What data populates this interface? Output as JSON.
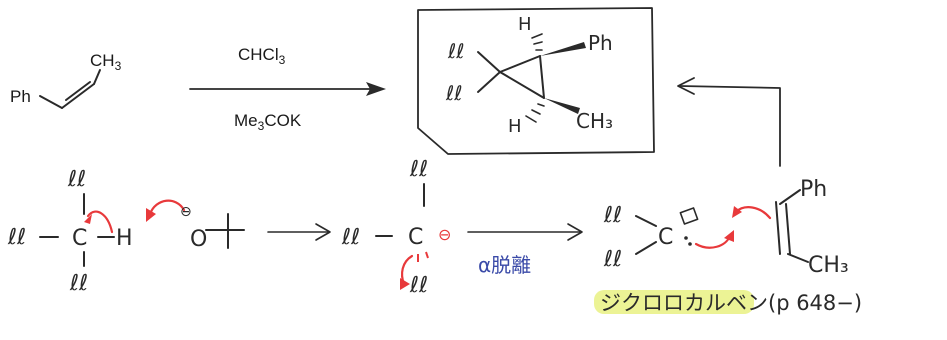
{
  "reaction": {
    "reactant_ph": "Ph",
    "reactant_ch3": "CH",
    "reactant_ch3_sub": "3",
    "reagent_top": "CHCl",
    "reagent_top_sub": "3",
    "reagent_bottom_me": "Me",
    "reagent_bottom_sub": "3",
    "reagent_bottom_rest": "COK"
  },
  "product": {
    "cl_top": "ℓℓ",
    "cl_bottom": "ℓℓ",
    "h_top": "H",
    "h_bottom": "H",
    "ph": "Ph",
    "ch3": "CH₃"
  },
  "mechanism": {
    "chloroform": {
      "cl_left": "ℓℓ",
      "cl_top": "ℓℓ",
      "cl_bottom": "ℓℓ",
      "c": "C",
      "h": "H"
    },
    "base": {
      "minus": "⊖",
      "o": "O",
      "tbu": "+"
    },
    "anion": {
      "cl_left": "ℓℓ",
      "cl_top": "ℓℓ",
      "cl_bottom": "ℓℓ",
      "c": "C",
      "charge": "⊖"
    },
    "alpha_elimination": "α脱離",
    "carbene": {
      "cl_top": "ℓℓ",
      "cl_bottom": "ℓℓ",
      "c": "C"
    },
    "alkene": {
      "ph": "Ph",
      "ch3": "CH₃"
    },
    "carbene_label": "ジクロロカルベン(p 648−)"
  },
  "colors": {
    "ink": "#2a2a2a",
    "arrow_red": "#e8393b",
    "note_blue": "#3a4aa8",
    "highlight": "#eaf28a"
  }
}
